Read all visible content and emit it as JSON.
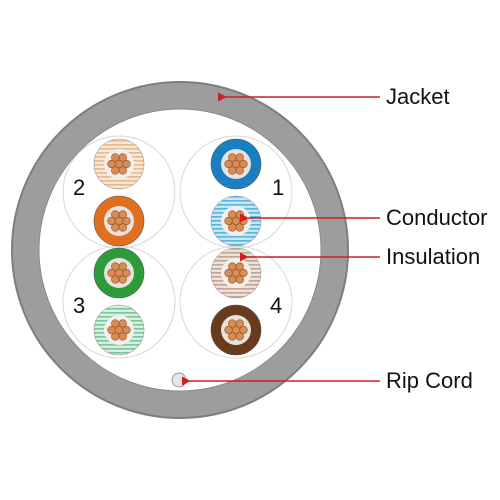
{
  "labels": {
    "jacket": "Jacket",
    "conductor": "Conductor",
    "insulation": "Insulation",
    "rip_cord": "Rip Cord"
  },
  "pairs": [
    {
      "number": "1",
      "solid_color": "#1a7fc1",
      "striped_color": "#c8e6f4",
      "stripe_color": "#5fb2dd"
    },
    {
      "number": "2",
      "solid_color": "#e0701f",
      "striped_color": "#f4e9d8",
      "stripe_color": "#e8b891"
    },
    {
      "number": "3",
      "solid_color": "#2e9b3a",
      "striped_color": "#d7eee2",
      "stripe_color": "#7cc49a"
    },
    {
      "number": "4",
      "solid_color": "#6a3a1c",
      "striped_color": "#ece2dc",
      "stripe_color": "#c2a595"
    }
  ],
  "colors": {
    "jacket": "#9d9d9d",
    "jacket_edge": "#7e7e7e",
    "leader": "#d01f1f",
    "conductor": "#d98c54"
  }
}
